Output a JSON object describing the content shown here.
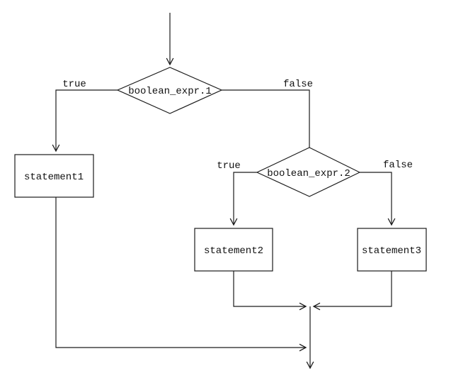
{
  "diagram": {
    "type": "flowchart",
    "colors": {
      "background": "#ffffff",
      "line": "#1c1c1c",
      "text": "#111111"
    },
    "nodes": {
      "decision1": {
        "kind": "decision",
        "label": "boolean_expr.1"
      },
      "decision2": {
        "kind": "decision",
        "label": "boolean_expr.2"
      },
      "process1": {
        "kind": "process",
        "label": "statement1"
      },
      "process2": {
        "kind": "process",
        "label": "statement2"
      },
      "process3": {
        "kind": "process",
        "label": "statement3"
      }
    },
    "branch_labels": {
      "decision1_true": "true",
      "decision1_false": "false",
      "decision2_true": "true",
      "decision2_false": "false"
    },
    "edges": [
      {
        "from": "entry",
        "to": "decision1"
      },
      {
        "from": "decision1",
        "to": "process1",
        "condition": "true"
      },
      {
        "from": "decision1",
        "to": "decision2",
        "condition": "false"
      },
      {
        "from": "decision2",
        "to": "process2",
        "condition": "true"
      },
      {
        "from": "decision2",
        "to": "process3",
        "condition": "false"
      },
      {
        "from": "process2",
        "to": "merge"
      },
      {
        "from": "process3",
        "to": "merge"
      },
      {
        "from": "process1",
        "to": "merge"
      },
      {
        "from": "merge",
        "to": "exit"
      }
    ]
  }
}
